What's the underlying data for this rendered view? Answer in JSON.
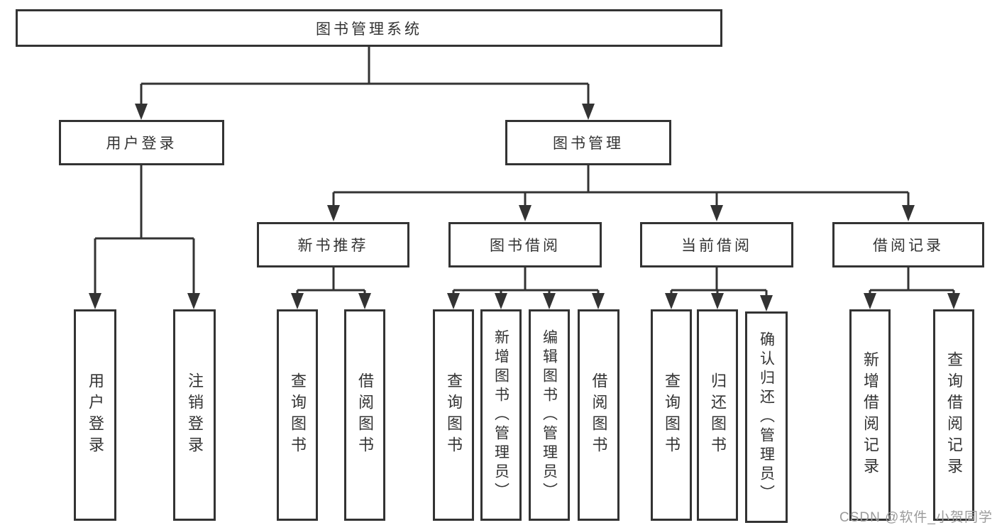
{
  "diagram": {
    "type": "hierarchy-tree",
    "nodes": {
      "root": {
        "label": "图书管理系统"
      },
      "user_login_module": {
        "label": "用户登录"
      },
      "book_management": {
        "label": "图书管理"
      },
      "new_book_recommend": {
        "label": "新书推荐"
      },
      "book_borrow": {
        "label": "图书借阅"
      },
      "current_borrow": {
        "label": "当前借阅"
      },
      "borrow_records": {
        "label": "借阅记录"
      },
      "leaf_user_login": {
        "label": "用户登录"
      },
      "leaf_logout": {
        "label": "注销登录"
      },
      "leaf_query_books_recommend": {
        "label": "查询图书"
      },
      "leaf_borrow_books_recommend": {
        "label": "借阅图书"
      },
      "leaf_query_books_borrow": {
        "label": "查询图书"
      },
      "leaf_add_books_admin": {
        "label": "新增图书（管理员）"
      },
      "leaf_edit_books_admin": {
        "label": "编辑图书（管理员）"
      },
      "leaf_borrow_books_borrow": {
        "label": "借阅图书"
      },
      "leaf_query_books_current": {
        "label": "查询图书"
      },
      "leaf_return_books": {
        "label": "归还图书"
      },
      "leaf_confirm_return_admin": {
        "label": "确认归还（管理员）"
      },
      "leaf_add_borrow_record": {
        "label": "新增借阅记录"
      },
      "leaf_query_borrow_record": {
        "label": "查询借阅记录"
      }
    },
    "edges": [
      [
        "root",
        "user_login_module"
      ],
      [
        "root",
        "book_management"
      ],
      [
        "user_login_module",
        "leaf_user_login"
      ],
      [
        "user_login_module",
        "leaf_logout"
      ],
      [
        "book_management",
        "new_book_recommend"
      ],
      [
        "book_management",
        "book_borrow"
      ],
      [
        "book_management",
        "current_borrow"
      ],
      [
        "book_management",
        "borrow_records"
      ],
      [
        "new_book_recommend",
        "leaf_query_books_recommend"
      ],
      [
        "new_book_recommend",
        "leaf_borrow_books_recommend"
      ],
      [
        "book_borrow",
        "leaf_query_books_borrow"
      ],
      [
        "book_borrow",
        "leaf_add_books_admin"
      ],
      [
        "book_borrow",
        "leaf_edit_books_admin"
      ],
      [
        "book_borrow",
        "leaf_borrow_books_borrow"
      ],
      [
        "current_borrow",
        "leaf_query_books_current"
      ],
      [
        "current_borrow",
        "leaf_return_books"
      ],
      [
        "current_borrow",
        "leaf_confirm_return_admin"
      ],
      [
        "borrow_records",
        "leaf_add_borrow_record"
      ],
      [
        "borrow_records",
        "leaf_query_borrow_record"
      ]
    ]
  },
  "watermark": {
    "text": "CSDN @软件_小贺同学"
  },
  "colors": {
    "line": "#333333",
    "box_border": "#333333",
    "box_fill": "#ffffff",
    "text": "#333333",
    "watermark": "#9b9b9b",
    "background": "#ffffff"
  }
}
